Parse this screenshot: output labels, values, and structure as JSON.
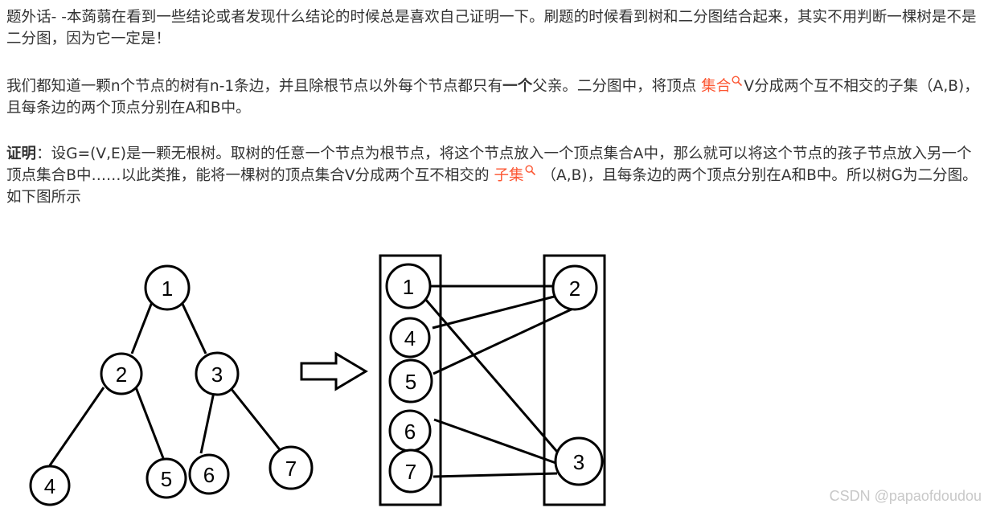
{
  "article": {
    "p1": "题外话- -本蒟蒻在看到一些结论或者发现什么结论的时候总是喜欢自己证明一下。刷题的时候看到树和二分图结合起来，其实不用判断一棵树是不是二分图，因为它一定是！",
    "p2": {
      "part1": "我们都知道一颗n个节点的树有n-1条边，并且除根节点以外每个节点都只有",
      "bold": "一个",
      "part2": "父亲。二分图中，将顶点 ",
      "link": "集合",
      "part3": "V分成两个互不相交的子集（A,B)，且每条边的两个顶点分别在A和B中。"
    },
    "p3": {
      "bold": "证明",
      "part1": "：设G=(V,E)是一颗无根树。取树的任意一个节点为根节点，将这个节点放入一个顶点集合A中，那么就可以将这个节点的孩子节点放入另一个顶点集合B中……以此类推，能将一棵树的顶点集合V分成两个互不相交的 ",
      "link": "子集",
      "part2": " （A,B)，且每条边的两个顶点分别在A和B中。所以树G为二分图。如下图所示"
    }
  },
  "colors": {
    "text": "#333333",
    "link": "#fc5531",
    "watermark": "#c8c8c8"
  },
  "figure": {
    "tree_nodes": [
      "1",
      "2",
      "3",
      "4",
      "5",
      "6",
      "7"
    ],
    "set_a_nodes": [
      "1",
      "4",
      "5",
      "6",
      "7"
    ],
    "set_b_nodes": [
      "2",
      "3"
    ]
  },
  "watermark": "CSDN @papaofdoudou"
}
